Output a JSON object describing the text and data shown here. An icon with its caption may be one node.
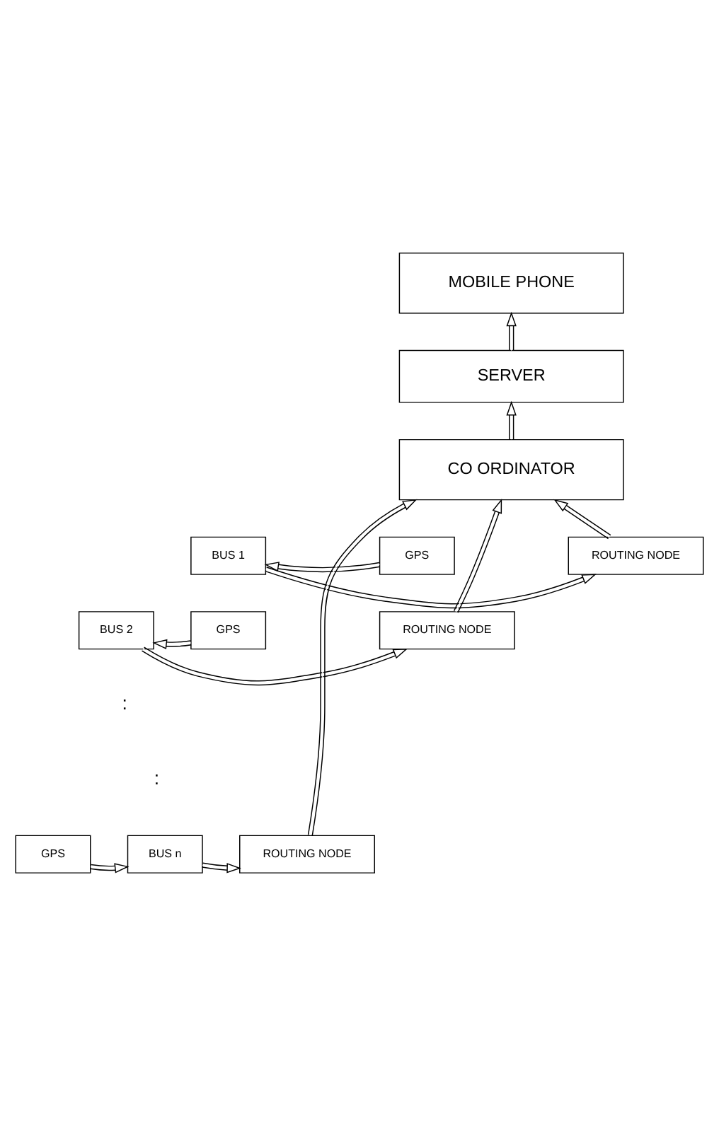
{
  "diagram": {
    "nodes": [
      {
        "text": [
          "MOBILE PHONE"
        ]
      },
      {
        "text": [
          "SERVER"
        ]
      },
      {
        "text": [
          "CO ORDINATOR"
        ]
      },
      {
        "text": [
          "GPS"
        ]
      },
      {
        "text": [
          "BUS 1"
        ]
      },
      {
        "text": [
          "ROUTING NODE"
        ]
      },
      {
        "text": [
          "GPS"
        ]
      },
      {
        "text": [
          "BUS 2"
        ]
      },
      {
        "text": [
          "ROUTING NODE"
        ]
      },
      {
        "text": [
          "GPS"
        ]
      },
      {
        "text": [
          "BUS n"
        ]
      },
      {
        "text": [
          "ROUTING NODE"
        ]
      }
    ],
    "edges": [
      {
        "from": 1,
        "to": 0,
        "arrow": "to"
      },
      {
        "from": 2,
        "to": 1,
        "arrow": "to"
      },
      {
        "from": 5,
        "to": 2,
        "arrow": "to"
      },
      {
        "from": 3,
        "to": 4,
        "arrow": "to"
      },
      {
        "from": 4,
        "to": 5,
        "arrow": "to"
      },
      {
        "from": 6,
        "to": 7,
        "arrow": "to"
      },
      {
        "from": 7,
        "to": 8,
        "arrow": "to"
      },
      {
        "from": 8,
        "to": 2,
        "arrow": "to"
      },
      {
        "from": 9,
        "to": 10,
        "arrow": "to"
      },
      {
        "from": 10,
        "to": 11,
        "arrow": "to"
      },
      {
        "from": 11,
        "to": 2,
        "arrow": "to"
      }
    ],
    "labels": [
      ":",
      ":"
    ]
  }
}
